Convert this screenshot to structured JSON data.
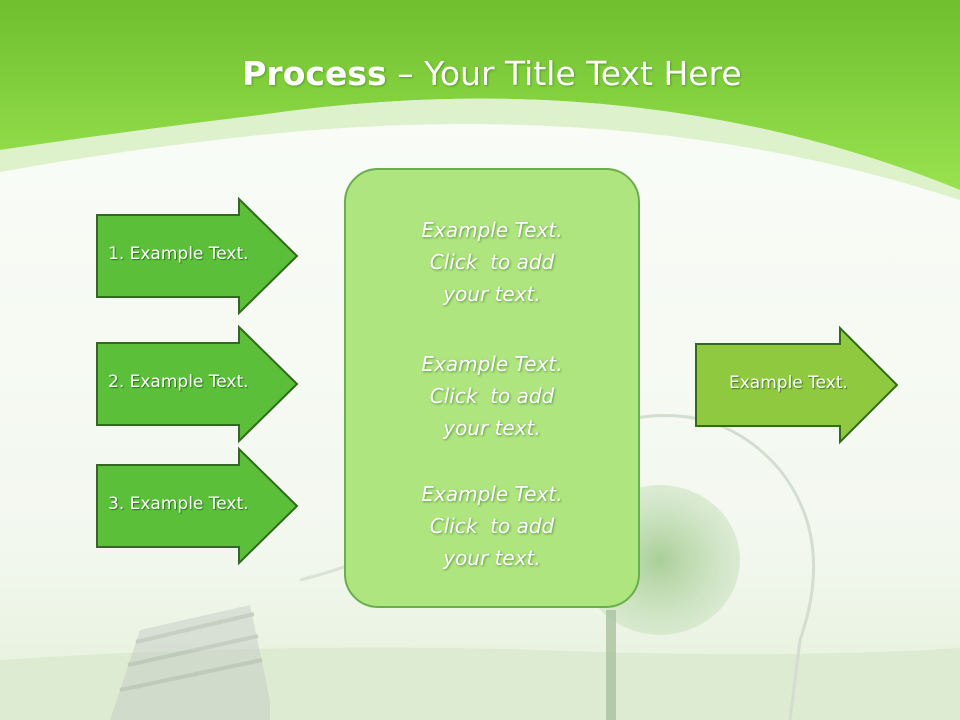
{
  "title": {
    "bold": "Process",
    "rest": " – Your Title Text Here"
  },
  "left_arrows": [
    {
      "label": "1. Example Text."
    },
    {
      "label": "2. Example Text."
    },
    {
      "label": "3. Example Text."
    }
  ],
  "center_box": {
    "items": [
      {
        "lines": [
          "Example Text.",
          "Click  to add",
          "your text."
        ]
      },
      {
        "lines": [
          "Example Text.",
          "Click  to add",
          "your text."
        ]
      },
      {
        "lines": [
          "Example Text.",
          "Click  to add",
          "your text."
        ]
      }
    ]
  },
  "right_arrow": {
    "label": "Example Text."
  },
  "colors": {
    "header_green": "#86d63e",
    "arrow_fill": "#5bbf3a",
    "arrow_border": "#2f6b1c",
    "output_arrow_fill": "#8fc93f",
    "panel_fill": "#aee57e",
    "panel_border": "#6aae4c"
  }
}
